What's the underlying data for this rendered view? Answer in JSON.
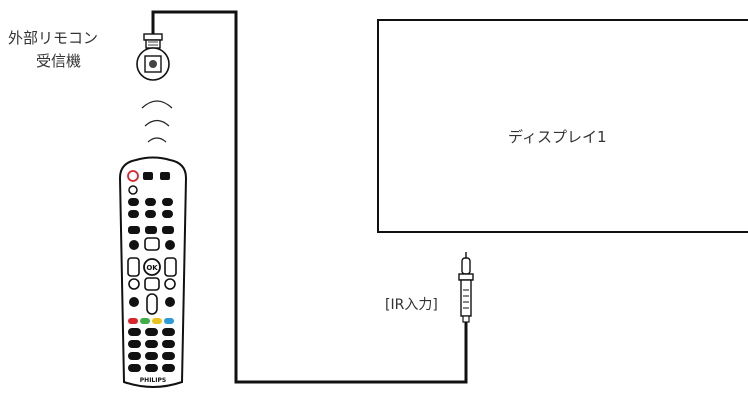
{
  "diagram": {
    "receiver_label_line1": "外部リモコン",
    "receiver_label_line2": "受信機",
    "display_label": "ディスプレイ1",
    "ir_input_label": "[IR入力]",
    "remote_brand": "PHILIPS",
    "remote_ok_label": "OK"
  },
  "colors": {
    "line": "#111111",
    "remote_red": "#d9262c",
    "remote_green": "#3fae49",
    "remote_yellow": "#e8c41a",
    "remote_blue": "#2b9bd7"
  }
}
